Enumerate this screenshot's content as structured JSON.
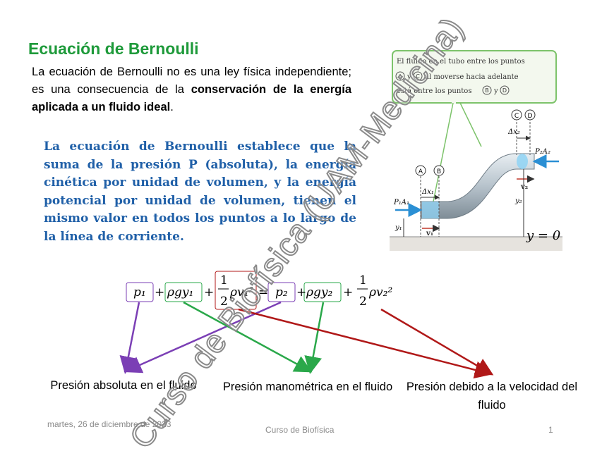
{
  "slide": {
    "title": "Ecuación de Bernoulli",
    "intro_part1": "La ecuación de Bernoulli no es una ley física independiente; es una consecuencia de la ",
    "intro_bold": "conservación de la energía aplicada a un fluido ideal",
    "intro_end": ".",
    "highlight": "La ecuación de Bernoulli establece que la suma de la presión P (absoluta), la energía cinética por unidad de volumen, y la energía potencial por unidad de volumen, tienen el mismo valor en todos los puntos a lo largo de la línea de corriente.",
    "y_zero_label": "y = 0",
    "watermark": "Curso de Biofísica (UAM-Medicina)"
  },
  "figure": {
    "callout_line1": "El fluido en el tubo entre los puntos",
    "callout_line2": "y",
    "callout_line2b": "al moverse hacia adelante",
    "callout_line3": "está entre los puntos",
    "callout_line3b": "y",
    "point_a": "A",
    "point_b": "B",
    "point_c": "C",
    "point_d": "D",
    "dx1": "Δx₁",
    "dx2": "Δx₂",
    "p1a1": "P₁A₁",
    "p2a2": "P₂A₂",
    "y1": "y₁",
    "y2": "y₂",
    "v1": "v₁",
    "v2": "v₂"
  },
  "equation": {
    "p1": "p₁",
    "rgy1": "ρgy₁",
    "frac_num": "1",
    "frac_den": "2",
    "rv1": "ρv₁²",
    "p2": "p₂",
    "rgy2": "ρgy₂",
    "rv2": "ρv₂²",
    "plus": "+",
    "equals": "="
  },
  "labels": {
    "pressure_absolute": "Presión absoluta en el fluido",
    "pressure_gauge": "Presión manométrica en el fluido",
    "pressure_velocity": "Presión debido a la velocidad del fluido"
  },
  "footer": {
    "date": "martes, 26 de diciembre de 2023",
    "course": "Curso de Biofísica",
    "page": "1"
  },
  "colors": {
    "title": "#1e9a3a",
    "highlight": "#2060a8",
    "purple": "#7b3fb5",
    "green": "#2aa84a",
    "red": "#b01818"
  }
}
